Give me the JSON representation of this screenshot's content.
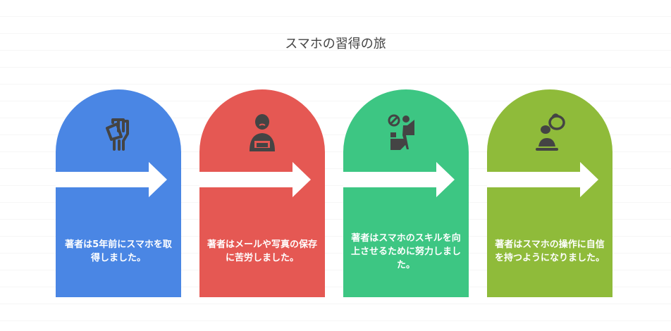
{
  "title": "スマホの習得の旅",
  "steps": [
    {
      "text": "著者は5年前にスマホを取得しました。",
      "color": "#4a86e4",
      "icon": "raised-fist-icon"
    },
    {
      "text": "著者はメールや写真の保存に苦労しました。",
      "color": "#e55853",
      "icon": "person-at-counter-icon"
    },
    {
      "text": "著者はスマホのスキルを向上させるために努力しました。",
      "color": "#3dc683",
      "icon": "person-learning-icon"
    },
    {
      "text": "著者はスマホの操作に自信を持つようになりました。",
      "color": "#8fbb3a",
      "icon": "confident-person-icon"
    }
  ]
}
